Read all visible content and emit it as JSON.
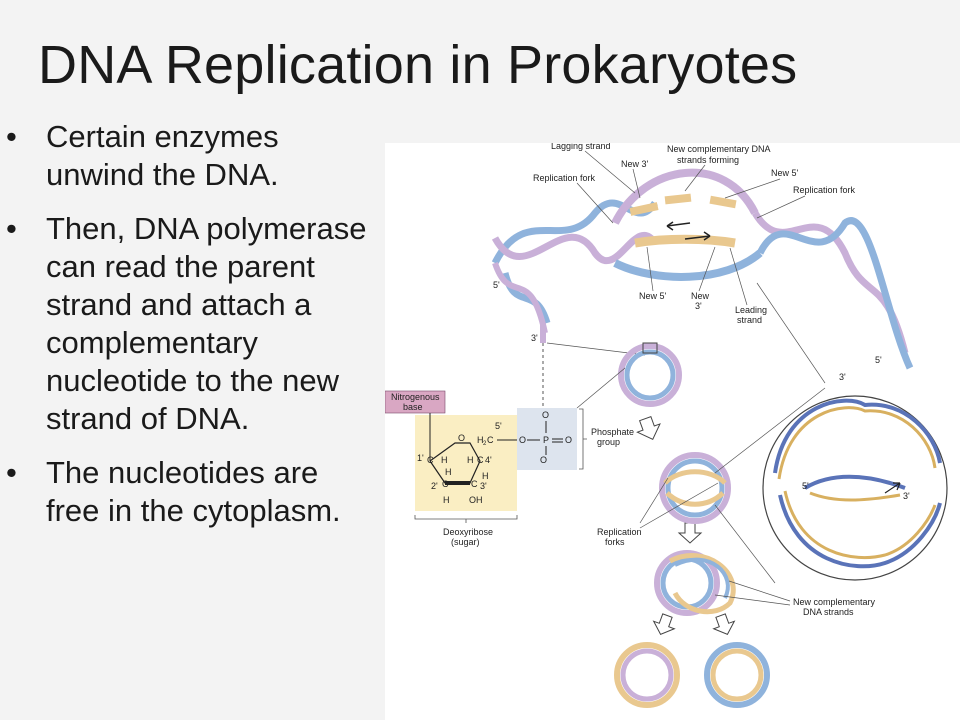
{
  "slide": {
    "title": "DNA Replication in Prokaryotes",
    "bullet_marker": "•",
    "bullets": [
      "Certain enzymes unwind the DNA.",
      "Then, DNA polymerase can read the parent strand and attach a complementary nucleotide to the new strand of DNA.",
      "The nucleotides are free in the cytoplasm."
    ]
  },
  "figure": {
    "labels": {
      "lagging_strand": "Lagging strand",
      "new_3_top": "New 3'",
      "new_complementary_forming": "New complementary DNA",
      "new_complementary_forming_2": "strands forming",
      "new_5_top": "New 5'",
      "replication_fork_left": "Replication fork",
      "replication_fork_right": "Replication fork",
      "five_prime_left": "5'",
      "new_5_bottom": "New 5'",
      "new_3_bottom": "New",
      "new_3_bottom_2": "3'",
      "leading_strand": "Leading",
      "leading_strand_2": "strand",
      "three_prime_stem": "3'",
      "five_prime_right": "5'",
      "three_prime_right": "3'",
      "nitrogenous_base": "Nitrogenous",
      "nitrogenous_base_2": "base",
      "phosphate_group": "Phosphate",
      "phosphate_group_2": "group",
      "deoxyribose": "Deoxyribose",
      "deoxyribose_2": "(sugar)",
      "replication_forks": "Replication",
      "replication_forks_2": "forks",
      "new_complementary_strands": "New complementary",
      "new_complementary_strands_2": "DNA strands",
      "inset_5": "5'",
      "inset_3": "3'",
      "c5": "5'",
      "h2c": "H",
      "h2c_sub": "2",
      "h2c_c": "C",
      "o_link": "O",
      "p": "P",
      "o_top": "O",
      "o_right": "O",
      "o_minus": "O",
      "ring_o": "O",
      "c1": "1'",
      "c1_c": "C",
      "c4": "4'",
      "c4_c": "C",
      "c2": "2'",
      "c2_c": "C",
      "c3": "3'",
      "c3_c": "C",
      "h1": "H",
      "h4": "H",
      "h2": "H",
      "h3": "H",
      "h2b": "H",
      "oh": "OH"
    },
    "colors": {
      "blue_strand": "#8fb3dc",
      "pink_strand": "#c9b0d8",
      "new_strand": "#e9c88f",
      "sugar_box": "#faeec3",
      "phosphate_box": "#dde4ee",
      "base_tag": "#d9a7c3",
      "inset_blue": "#5a73b8",
      "inset_gold": "#d8b060"
    }
  }
}
